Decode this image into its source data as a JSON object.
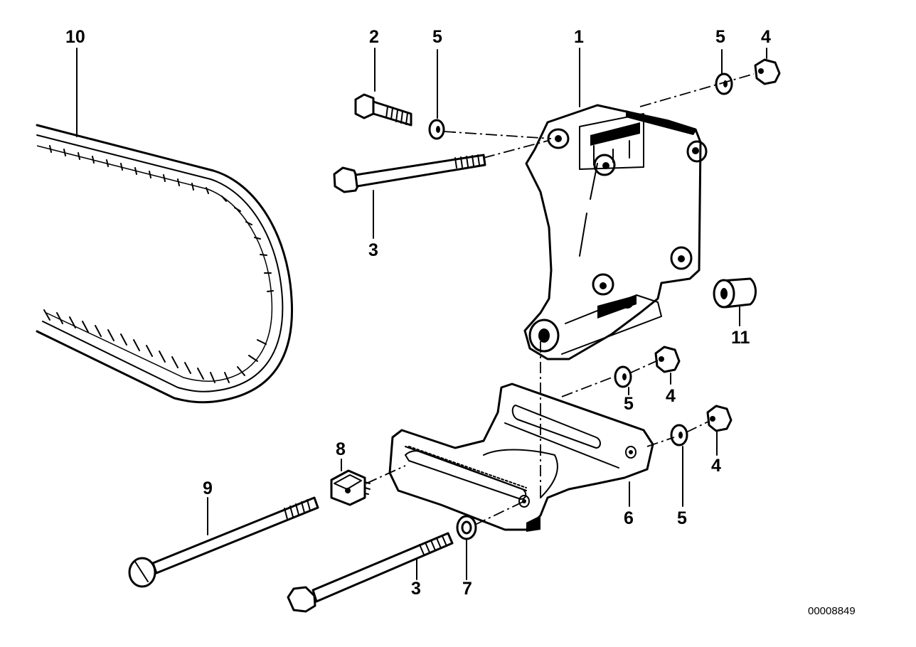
{
  "callouts": {
    "c1": "1",
    "c2": "2",
    "c3a": "3",
    "c3b": "3",
    "c4a": "4",
    "c4b": "4",
    "c4c": "4",
    "c5a": "5",
    "c5b": "5",
    "c5c": "5",
    "c5d": "5",
    "c6": "6",
    "c7": "7",
    "c8": "8",
    "c9": "9",
    "c10": "10",
    "c11": "11"
  },
  "drawing_number": "00008849"
}
